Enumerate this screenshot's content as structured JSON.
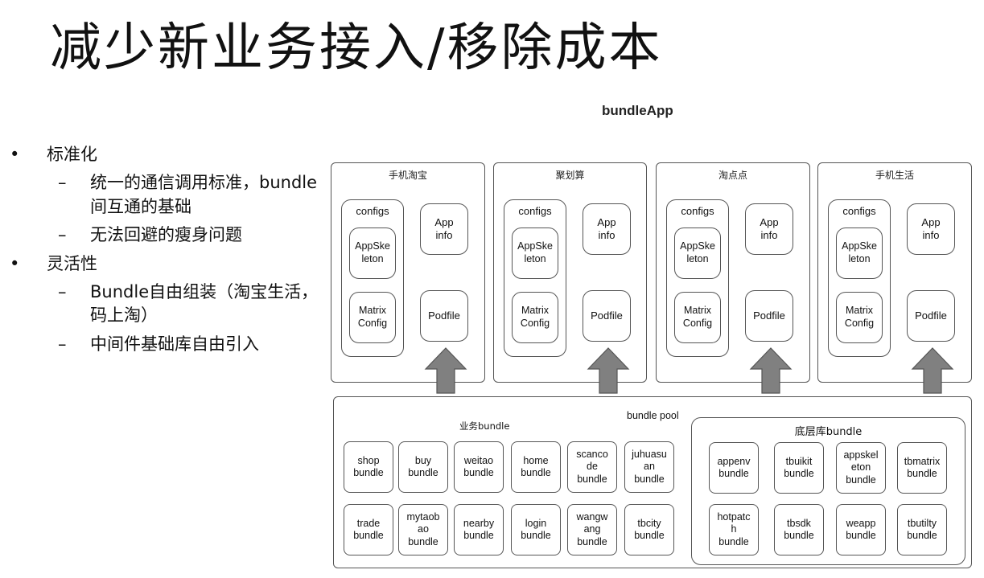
{
  "title": "减少新业务接入/移除成本",
  "bullets": [
    {
      "text": "标准化",
      "children": [
        "统一的通信调用标准，bundle间互通的基础",
        "无法回避的瘦身问题"
      ]
    },
    {
      "text": "灵活性",
      "children": [
        "Bundle自由组装（淘宝生活，码上淘）",
        "中间件基础库自由引入"
      ]
    }
  ],
  "diagram": {
    "title": "bundleApp",
    "apps": [
      {
        "name": "手机淘宝"
      },
      {
        "name": "聚划算"
      },
      {
        "name": "淘点点"
      },
      {
        "name": "手机生活"
      }
    ],
    "configs_label": "configs",
    "appskeleton_label": "AppSke\nleton",
    "matrix_label": "Matrix\nConfig",
    "appinfo_label": "App\ninfo",
    "podfile_label": "Podfile",
    "pool_label": "bundle pool",
    "business_label": "业务bundle",
    "business_bundles": [
      "shop\nbundle",
      "buy\nbundle",
      "weitao\nbundle",
      "home\nbundle",
      "scanco\nde\nbundle",
      "juhuasu\nan\nbundle",
      "trade\nbundle",
      "mytaob\nao\nbundle",
      "nearby\nbundle",
      "login\nbundle",
      "wangw\nang\nbundle",
      "tbcity\nbundle"
    ],
    "library_label": "底层库bundle",
    "library_bundles": [
      "appenv\nbundle",
      "tbuikit\nbundle",
      "appskel\neton\nbundle",
      "tbmatrix\nbundle",
      "hotpatc\nh\nbundle",
      "tbsdk\nbundle",
      "weapp\nbundle",
      "tbutilty\nbundle"
    ]
  }
}
